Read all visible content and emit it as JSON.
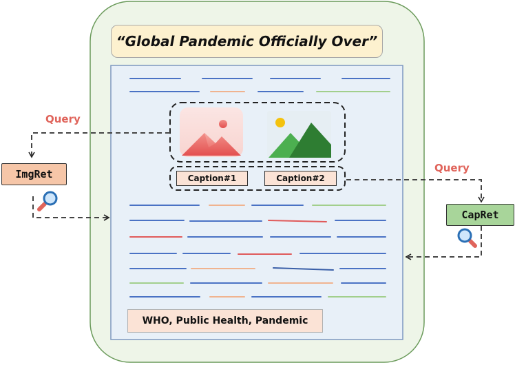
{
  "headline": "“Global Pandemic Officially Over”",
  "captions": [
    "Caption#1",
    "Caption#2"
  ],
  "tags": "WHO, Public Health, Pandemic",
  "img_retriever": "ImgRet",
  "cap_retriever": "CapRet",
  "query_left": "Query",
  "query_right": "Query",
  "colors": {
    "outer_panel": "#eef5e8",
    "article": "#e8f0f8",
    "headline_bg": "#fdf1cf",
    "caption_bg": "#fbe3d6",
    "imgret_bg": "#f6c6a8",
    "capret_bg": "#a8d59a",
    "query_text": "#e0645b",
    "line_blue": "#4a72c4",
    "line_orange": "#f0b38f",
    "line_green": "#a2cf8c",
    "line_red": "#e05a5a"
  },
  "icons": {
    "image_1": "image-placeholder-icon",
    "image_2": "mountain-landscape-icon",
    "search_left": "magnifier-icon",
    "search_right": "magnifier-icon"
  }
}
